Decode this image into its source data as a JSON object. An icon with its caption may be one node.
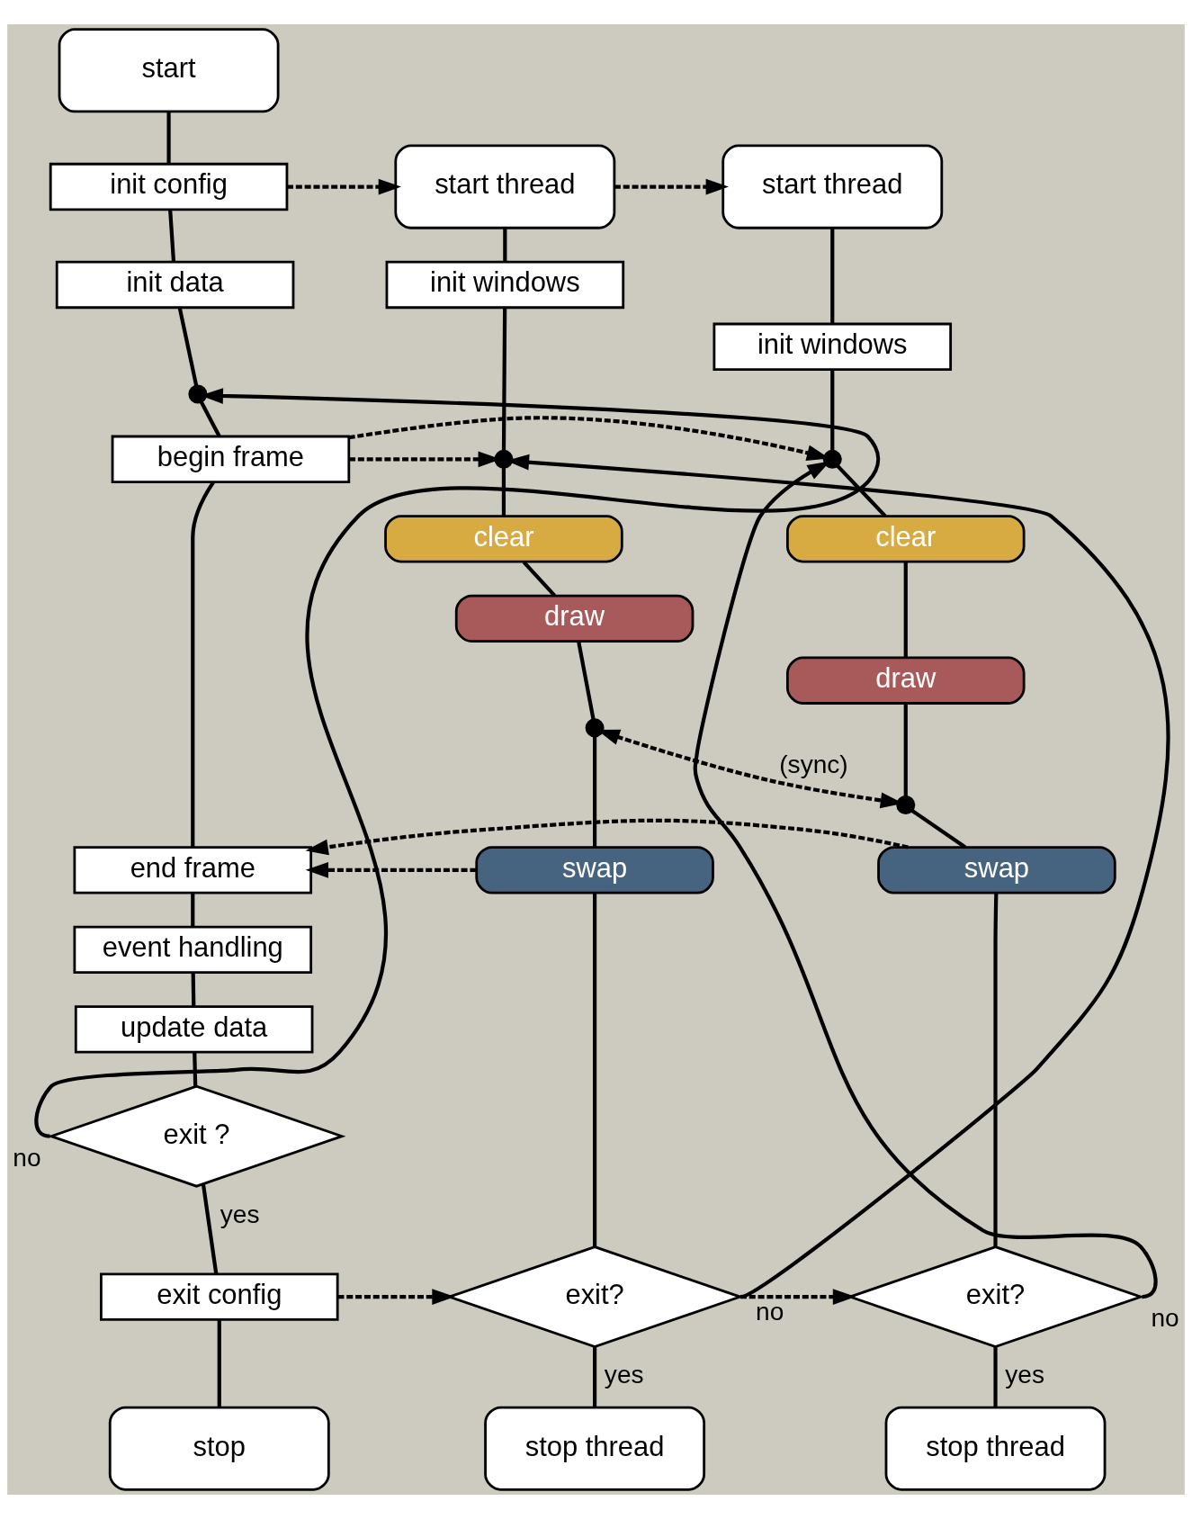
{
  "diagram": {
    "nodes": [
      {
        "text": [
          "start"
        ]
      },
      {
        "text": [
          "init config"
        ]
      },
      {
        "text": [
          "init data"
        ]
      },
      {
        "text": [],
        "shape": "circle"
      },
      {
        "text": [
          "begin frame"
        ]
      },
      {
        "text": [
          "end frame"
        ]
      },
      {
        "text": [
          "event handling"
        ]
      },
      {
        "text": [
          "update data"
        ]
      },
      {
        "text": [
          "exit ?"
        ]
      },
      {
        "text": [
          "exit config"
        ]
      },
      {
        "text": [
          "stop"
        ]
      },
      {
        "text": [
          "start thread"
        ]
      },
      {
        "text": [
          "init windows"
        ]
      },
      {
        "text": [],
        "shape": "circle"
      },
      {
        "text": [
          "clear"
        ]
      },
      {
        "text": [
          "draw"
        ]
      },
      {
        "text": [],
        "shape": "circle"
      },
      {
        "text": [
          "swap"
        ]
      },
      {
        "text": [
          "exit?"
        ]
      },
      {
        "text": [
          "stop thread"
        ]
      },
      {
        "text": [
          "start thread"
        ]
      },
      {
        "text": [
          "init windows"
        ]
      },
      {
        "text": [],
        "shape": "circle"
      },
      {
        "text": [
          "clear"
        ]
      },
      {
        "text": [
          "draw"
        ]
      },
      {
        "text": [],
        "shape": "circle"
      },
      {
        "text": [
          "swap"
        ]
      },
      {
        "text": [
          "exit?"
        ]
      },
      {
        "text": [
          "stop thread"
        ]
      }
    ],
    "edges": [
      {
        "from": 0,
        "to": 1,
        "arrow": "none"
      },
      {
        "from": 1,
        "to": 2,
        "arrow": "none"
      },
      {
        "from": 2,
        "to": 3,
        "arrow": "none"
      },
      {
        "from": 3,
        "to": 4,
        "arrow": "none"
      },
      {
        "from": 4,
        "to": 5,
        "arrow": "none"
      },
      {
        "from": 5,
        "to": 6,
        "arrow": "none"
      },
      {
        "from": 6,
        "to": 7,
        "arrow": "none"
      },
      {
        "from": 7,
        "to": 8,
        "arrow": "none"
      },
      {
        "from": 8,
        "to": 9,
        "arrow": "none",
        "label": "yes"
      },
      {
        "from": 9,
        "to": 10,
        "arrow": "none"
      },
      {
        "from": 8,
        "to": 3,
        "arrow": "to",
        "label": "no"
      },
      {
        "from": 1,
        "to": 11,
        "arrow": "to",
        "style": "dashed"
      },
      {
        "from": 11,
        "to": 20,
        "arrow": "to",
        "style": "dashed"
      },
      {
        "from": 11,
        "to": 12,
        "arrow": "none"
      },
      {
        "from": 12,
        "to": 13,
        "arrow": "none"
      },
      {
        "from": 13,
        "to": 14,
        "arrow": "none"
      },
      {
        "from": 14,
        "to": 15,
        "arrow": "none"
      },
      {
        "from": 15,
        "to": 16,
        "arrow": "none"
      },
      {
        "from": 16,
        "to": 17,
        "arrow": "none"
      },
      {
        "from": 17,
        "to": 18,
        "arrow": "none"
      },
      {
        "from": 18,
        "to": 19,
        "arrow": "none",
        "label": "yes"
      },
      {
        "from": 20,
        "to": 21,
        "arrow": "none"
      },
      {
        "from": 21,
        "to": 22,
        "arrow": "none"
      },
      {
        "from": 22,
        "to": 23,
        "arrow": "none"
      },
      {
        "from": 23,
        "to": 24,
        "arrow": "none"
      },
      {
        "from": 24,
        "to": 25,
        "arrow": "none"
      },
      {
        "from": 25,
        "to": 26,
        "arrow": "none"
      },
      {
        "from": 26,
        "to": 27,
        "arrow": "none"
      },
      {
        "from": 27,
        "to": 28,
        "arrow": "none",
        "label": "yes"
      },
      {
        "from": 4,
        "to": 13,
        "arrow": "to",
        "style": "dashed"
      },
      {
        "from": 4,
        "to": 22,
        "arrow": "to",
        "style": "dashed"
      },
      {
        "from": 18,
        "to": 13,
        "arrow": "to",
        "label": "no"
      },
      {
        "from": 27,
        "to": 22,
        "arrow": "to",
        "label": "no"
      },
      {
        "from": 16,
        "to": 25,
        "arrow": "both",
        "style": "dashed",
        "label": "(sync)"
      },
      {
        "from": 17,
        "to": 5,
        "arrow": "to",
        "style": "dashed"
      },
      {
        "from": 26,
        "to": 5,
        "arrow": "to",
        "style": "dashed"
      },
      {
        "from": 9,
        "to": 18,
        "arrow": "to",
        "style": "dashed"
      },
      {
        "from": 18,
        "to": 27,
        "arrow": "to",
        "style": "dashed"
      }
    ]
  }
}
